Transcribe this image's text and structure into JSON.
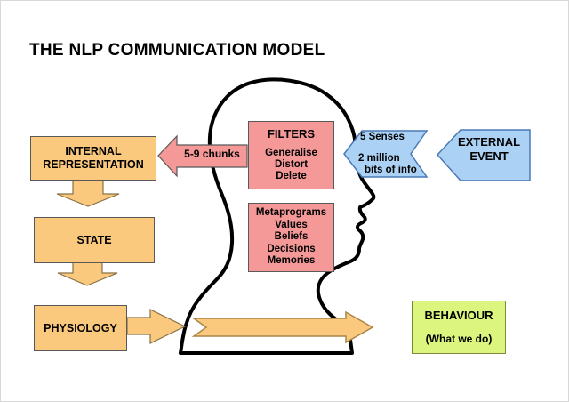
{
  "title": "THE NLP COMMUNICATION MODEL",
  "boxes": {
    "internal_representation": {
      "lines": [
        "INTERNAL",
        "REPRESENTATION"
      ]
    },
    "state": {
      "label": "STATE"
    },
    "physiology": {
      "label": "PHYSIOLOGY"
    },
    "filters": {
      "title": "FILTERS",
      "items": [
        "Generalise",
        "Distort",
        "Delete"
      ]
    },
    "metaprograms": {
      "items": [
        "Metaprograms",
        "Values",
        "Beliefs",
        "Decisions",
        "Memories"
      ]
    },
    "behaviour": {
      "title": "BEHAVIOUR",
      "subtitle": "(What we do)"
    },
    "external_event": {
      "lines": [
        "EXTERNAL",
        "EVENT"
      ]
    }
  },
  "labels": {
    "chunks": "5-9 chunks",
    "senses": "5 Senses",
    "bits_of_info": [
      "2 million",
      "bits of info"
    ]
  },
  "icons": {
    "head": "human-head-profile-outline"
  },
  "colors": {
    "box_orange": "#fac97e",
    "box_pink": "#f49898",
    "box_blue": "#abd2f4",
    "box_green": "#dcf57e",
    "border_dark": "#595959",
    "border_blue": "#4a7ab5",
    "border_green": "#7d8a3d",
    "arrow_border_tan": "#a98547",
    "head_outline": "#000000",
    "background": "#ffffff"
  }
}
